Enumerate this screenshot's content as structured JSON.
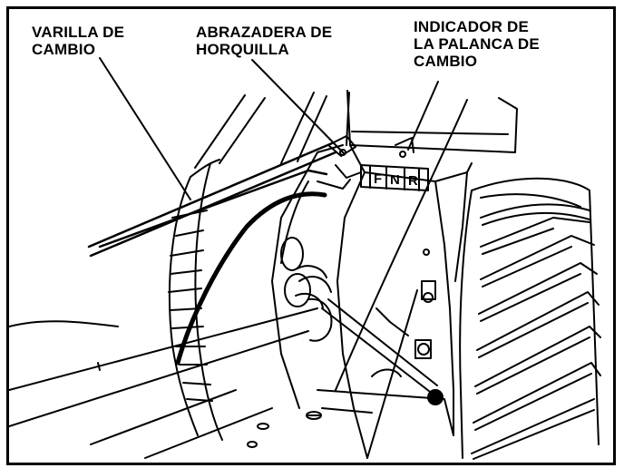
{
  "labels": {
    "shift_rod": "VARILLA DE\nCAMBIO",
    "fork_clamp": "ABRAZADERA DE\nHORQUILLA",
    "shift_lever_indicator": "INDICADOR DE\nLA PALANCA DE\nCAMBIO"
  },
  "gear_positions": [
    "F",
    "N",
    "R"
  ],
  "colors": {
    "ink": "#000000",
    "background": "#ffffff"
  }
}
